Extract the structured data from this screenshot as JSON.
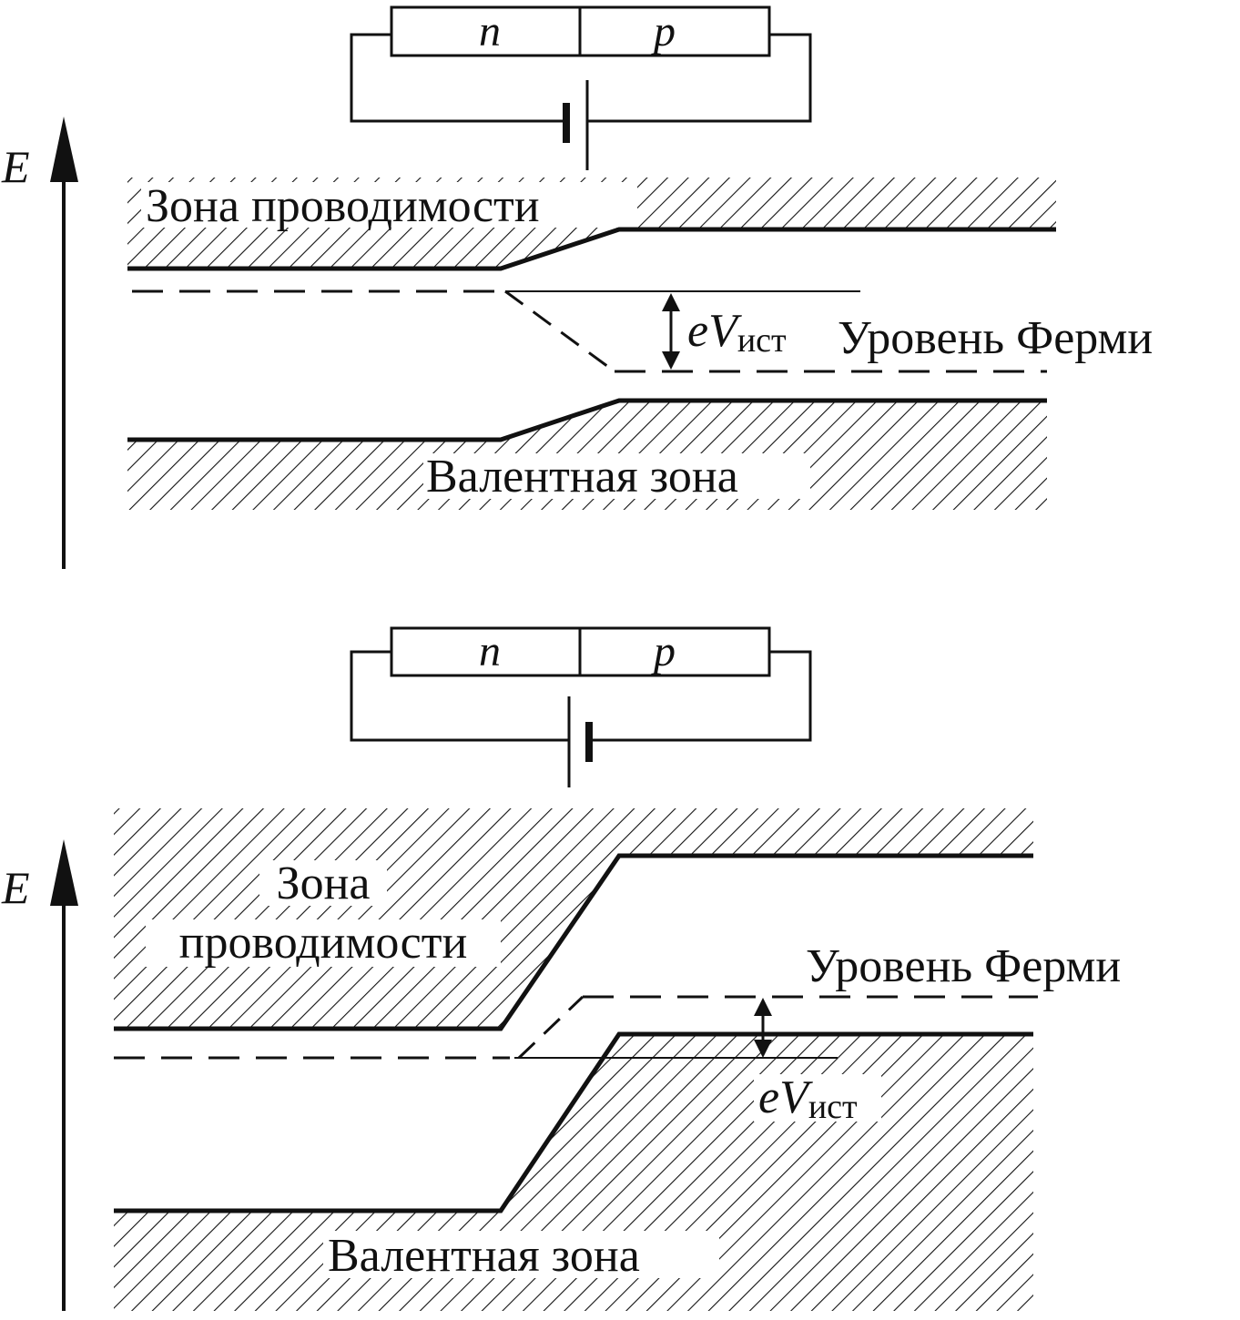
{
  "colors": {
    "ink": "#111111",
    "background": "#ffffff"
  },
  "energy_axis_label": "E",
  "top_diagram": {
    "n_label": "n",
    "p_label": "p",
    "conduction_band_label": "Зона проводимости",
    "fermi_level_label": "Уровень Ферми",
    "valence_band_label": "Валентная зона",
    "voltage_label": {
      "main": "eV",
      "sub": "ист"
    }
  },
  "bottom_diagram": {
    "n_label": "n",
    "p_label": "p",
    "conduction_band_label_line1": "Зона",
    "conduction_band_label_line2": "проводимости",
    "fermi_level_label": "Уровень Ферми",
    "valence_band_label": "Валентная зона",
    "voltage_label": {
      "main": "eV",
      "sub": "ист"
    }
  }
}
